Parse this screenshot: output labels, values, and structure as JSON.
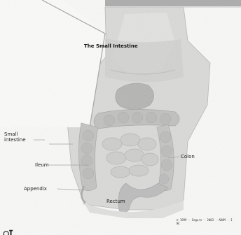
{
  "figure": {
    "title": "The Small Intestine",
    "labels": {
      "small_intestine": "Small\nintestine",
      "ileum": "Ileum",
      "appendix": "Appendix",
      "colon": "Colon",
      "rectum": "Rectum"
    },
    "credit": "© 1999 · Seguro · 2003 · ADAM · INC",
    "corner_mark": "ा"
  }
}
